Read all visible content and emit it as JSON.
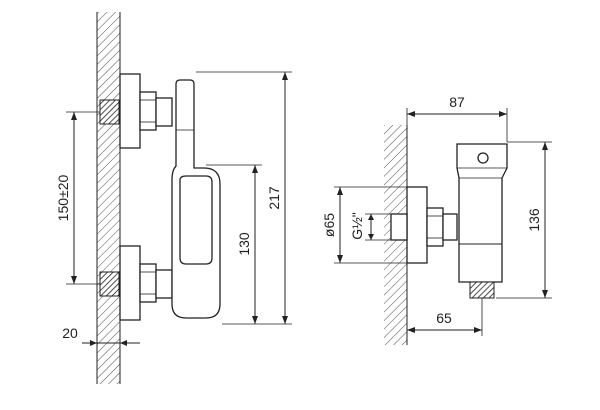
{
  "dimensions": {
    "wall_thickness": "20",
    "connection_spacing": "150±20",
    "total_height": "217",
    "lower_height": "130",
    "depth": "87",
    "thread": "G½\"",
    "flange_diameter": "ø65",
    "side_height": "136",
    "outlet_offset": "65"
  }
}
